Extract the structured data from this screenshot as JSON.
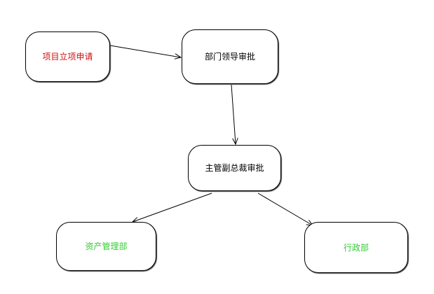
{
  "nodes": [
    {
      "label": "项目立项申请",
      "color": "#cc1111"
    },
    {
      "label": "部门领导审批",
      "color": "#000000"
    },
    {
      "label": "主管副总裁审批",
      "color": "#000000"
    },
    {
      "label": "资产管理部",
      "color": "#33cc33"
    },
    {
      "label": "行政部",
      "color": "#33cc33"
    }
  ],
  "edge_color": "#000000"
}
